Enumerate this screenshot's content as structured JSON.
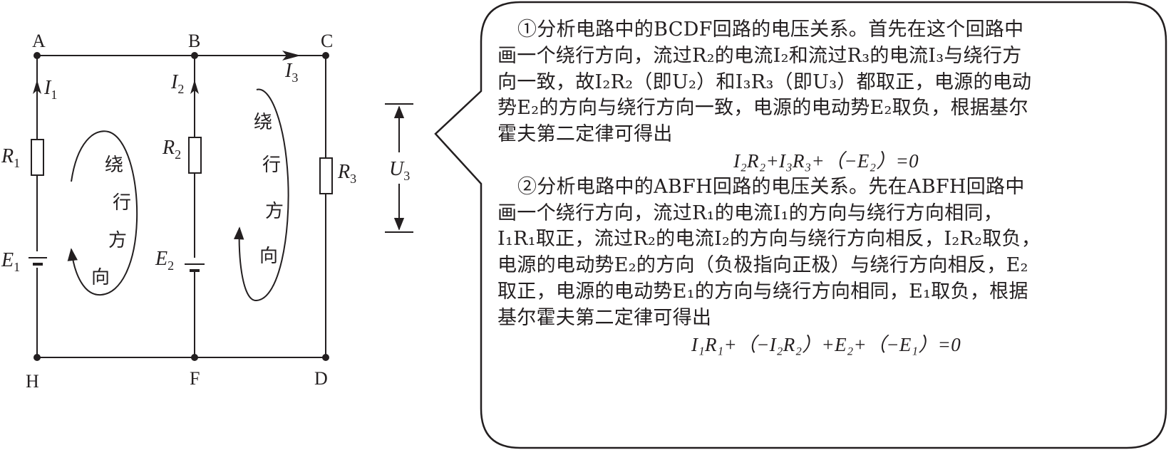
{
  "diagram": {
    "nodes": {
      "A": "A",
      "B": "B",
      "C": "C",
      "D": "D",
      "F": "F",
      "H": "H"
    },
    "currents": {
      "I1": "I1",
      "I2": "I2",
      "I3": "I3"
    },
    "resistors": {
      "R1": "R1",
      "R2": "R2",
      "R3": "R3"
    },
    "sources": {
      "E1": "E1",
      "E2": "E2"
    },
    "voltage_label": "U3",
    "loop_left_label": [
      "绕",
      "行",
      "方",
      "向"
    ],
    "loop_right_label": [
      "绕",
      "行",
      "方",
      "向"
    ]
  },
  "bubble": {
    "para1": {
      "line1": "①分析电路中的BCDF回路的电压关系。首先在这个回路中",
      "line2": "画一个绕行方向，流过R₂的电流I₂和流过R₃的电流I₃与绕行方",
      "line3": "向一致，故I₂R₂（即U₂）和I₃R₃（即U₃）都取正，电源的电动",
      "line4": "势E₂的方向与绕行方向一致，电源的电动势E₂取负，根据基尔",
      "line5": "霍夫第二定律可得出"
    },
    "eq1": "I₂R₂+I₃R₃+（−E₂）=0",
    "para2": {
      "line1": "②分析电路中的ABFH回路的电压关系。先在ABFH回路中",
      "line2": "画一个绕行方向，流过R₁的电流I₁的方向与绕行方向相同，",
      "line3": "I₁R₁取正，流过R₂的电流I₂的方向与绕行方向相反，I₂R₂取负，",
      "line4": "电源的电动势E₂的方向（负极指向正极）与绕行方向相反，E₂",
      "line5": "取正，电源的电动势E₁的方向与绕行方向相同，E₁取负，根据",
      "line6": "基尔霍夫第二定律可得出"
    },
    "eq2": "I₁R₁+（−I₂R₂）+E₂+（−E₁）=0"
  }
}
